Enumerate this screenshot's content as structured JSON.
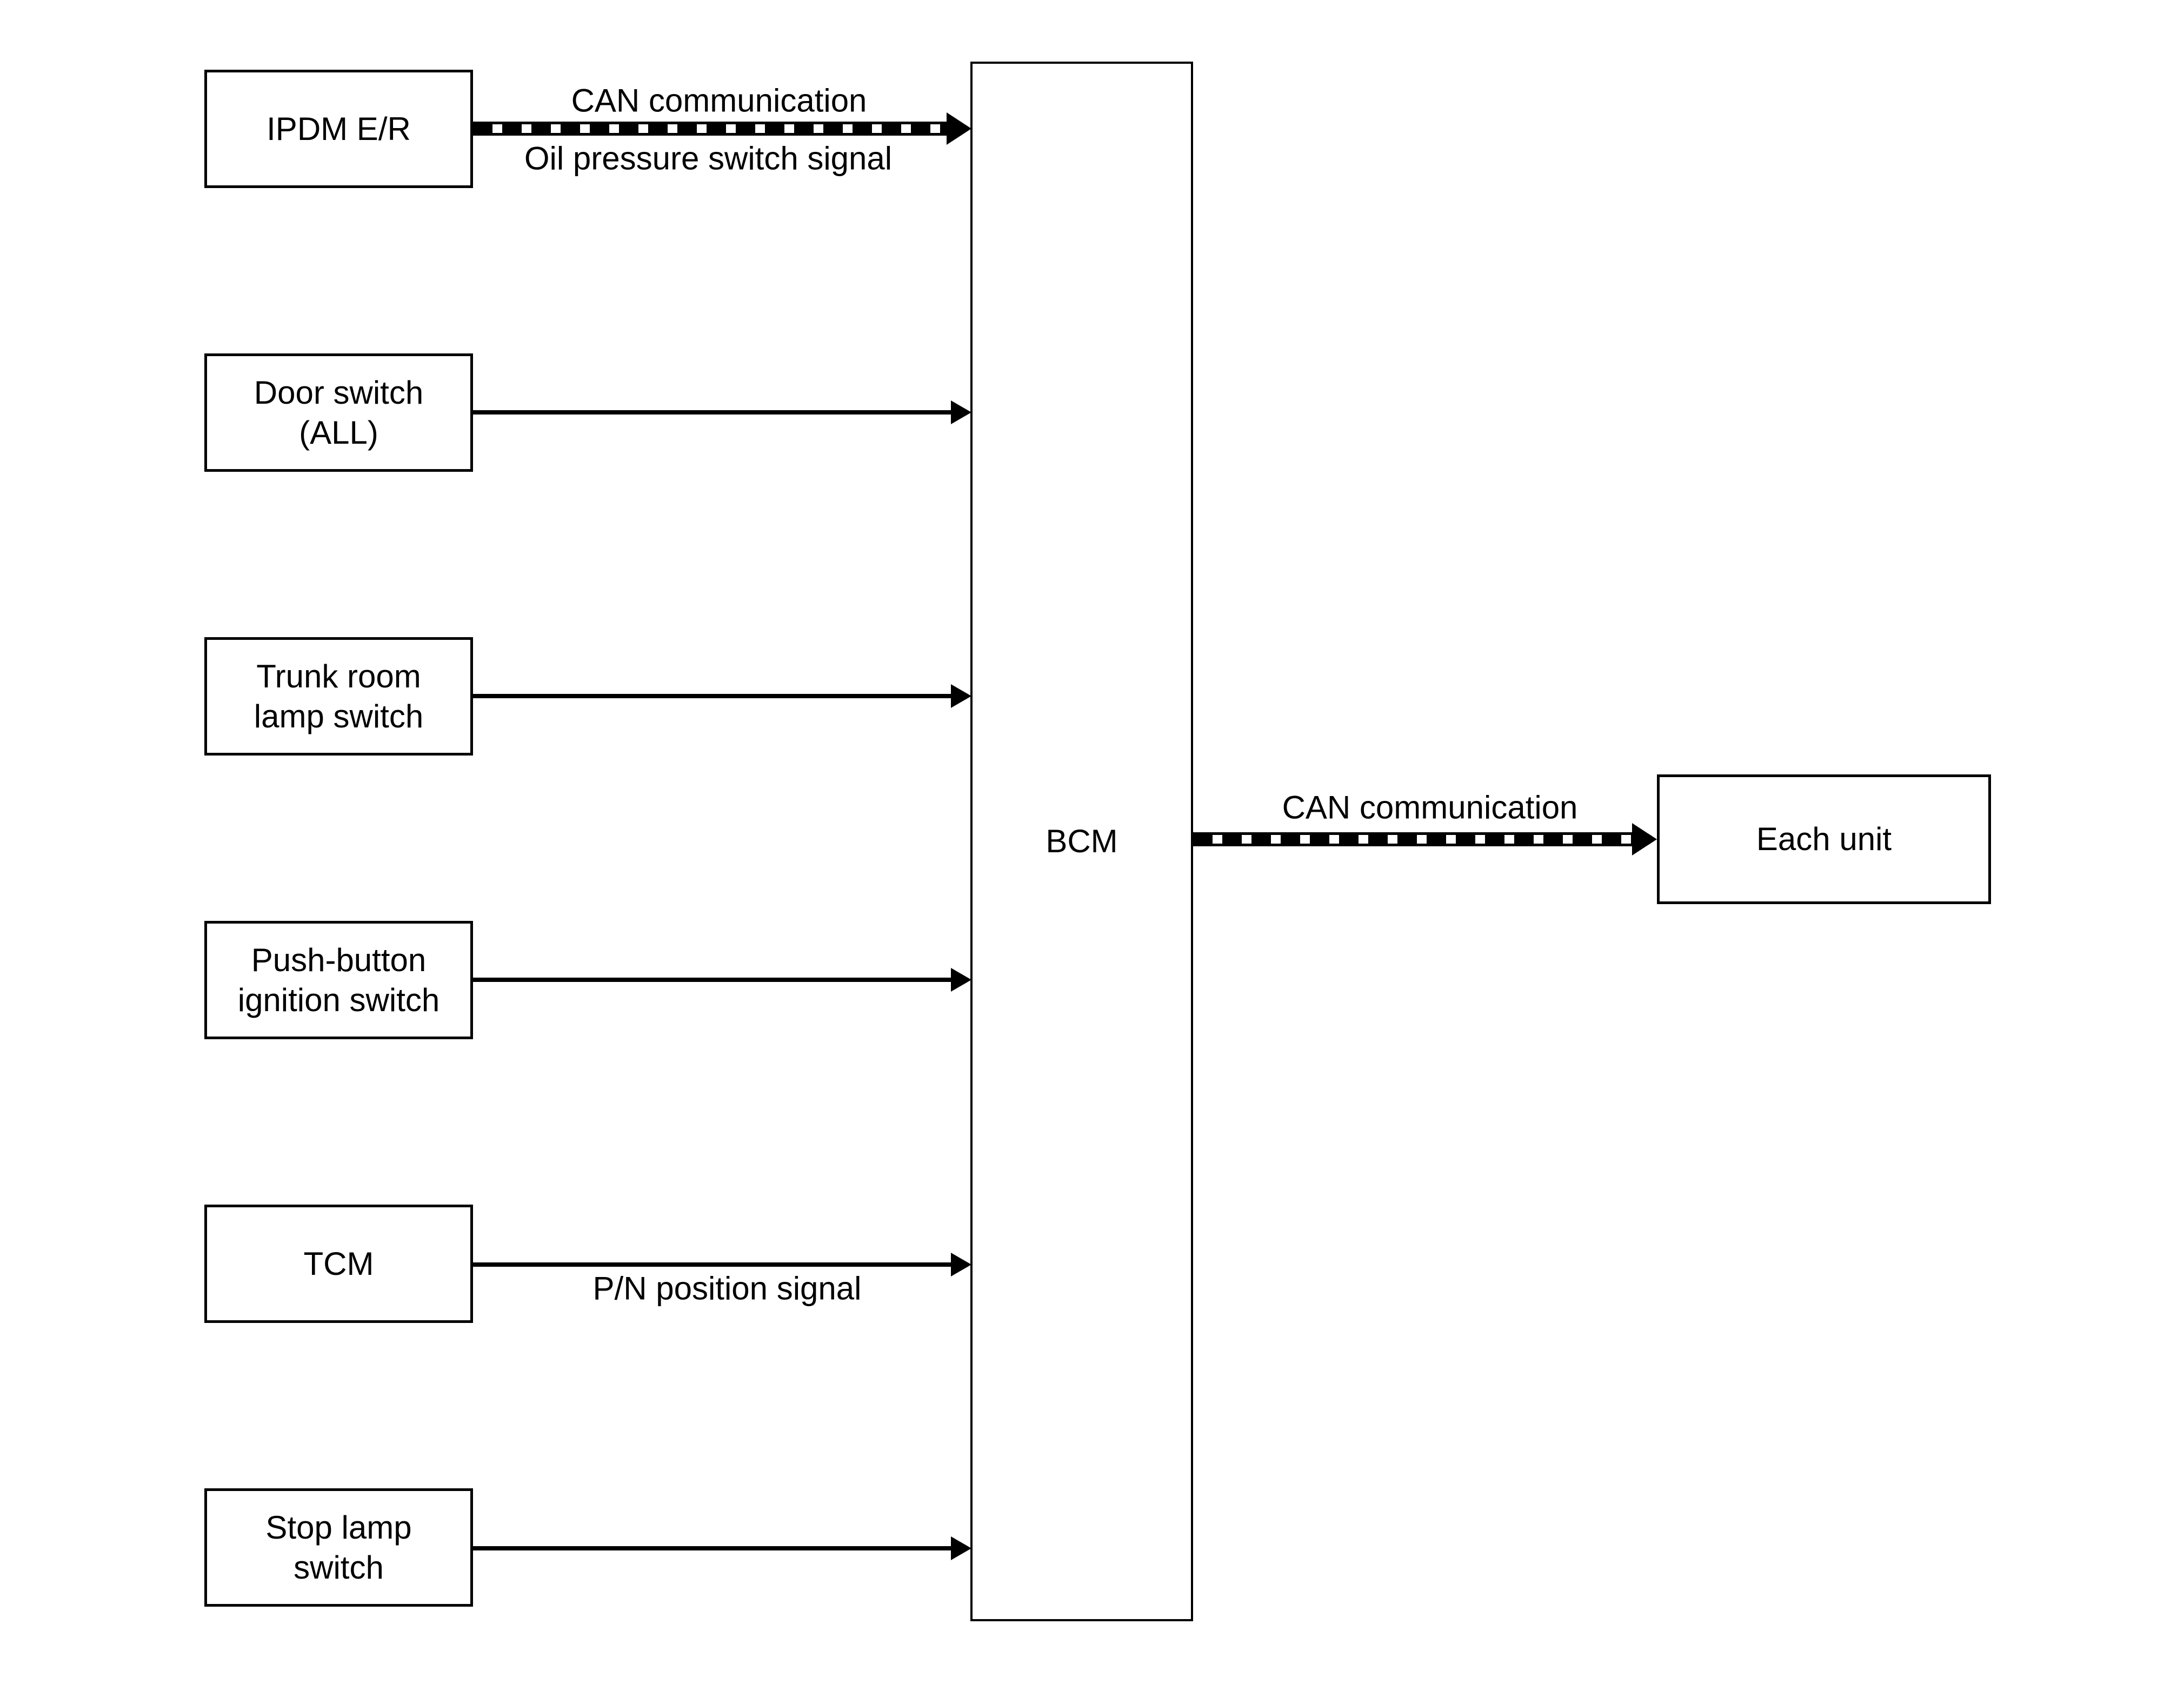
{
  "colors": {
    "background": "#ffffff",
    "line": "#000000"
  },
  "nodes": {
    "ipdm": {
      "label": "IPDM E/R"
    },
    "door_switch": {
      "label": "Door switch\n(ALL)"
    },
    "trunk_room_lamp_switch": {
      "label": "Trunk room\nlamp switch"
    },
    "push_button_ignition_switch": {
      "label": "Push-button\nignition switch"
    },
    "tcm": {
      "label": "TCM"
    },
    "stop_lamp_switch": {
      "label": "Stop lamp\nswitch"
    },
    "bcm": {
      "label": "BCM"
    },
    "each_unit": {
      "label": "Each unit"
    }
  },
  "arrows": {
    "ipdm_to_bcm": {
      "style": "can-striped",
      "label_above": "CAN communication",
      "label_below": "Oil pressure switch signal"
    },
    "door_to_bcm": {
      "style": "plain"
    },
    "trunk_to_bcm": {
      "style": "plain"
    },
    "push_to_bcm": {
      "style": "plain"
    },
    "tcm_to_bcm": {
      "style": "plain",
      "label_below": "P/N position signal"
    },
    "stop_to_bcm": {
      "style": "plain"
    },
    "bcm_to_each_unit": {
      "style": "can-striped",
      "label_above": "CAN communication"
    }
  }
}
